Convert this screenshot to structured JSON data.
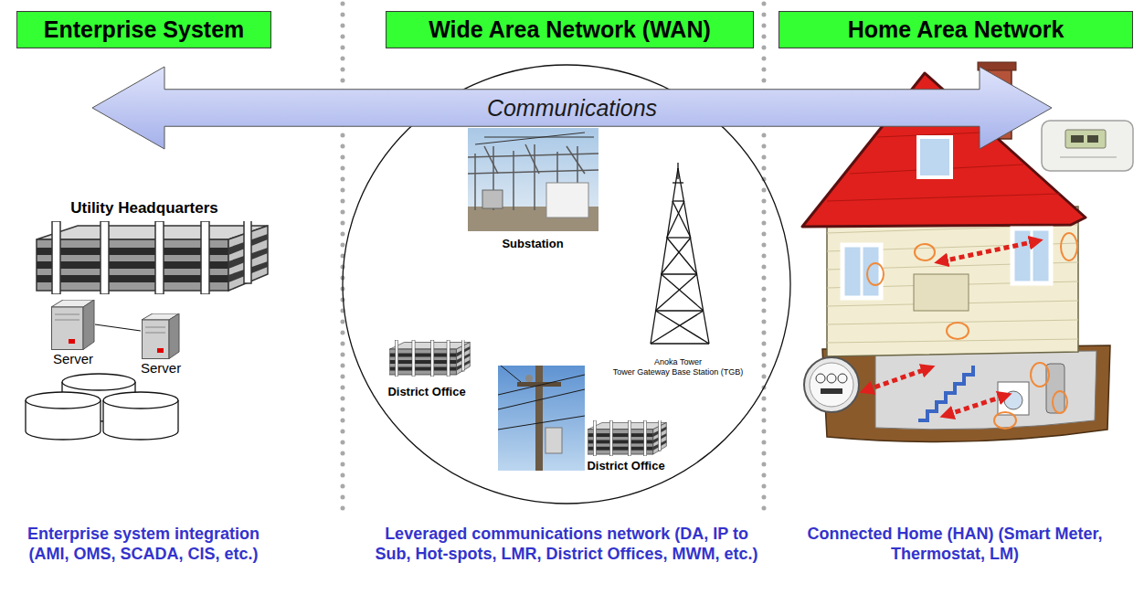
{
  "diagram": {
    "nodes": [
      {
        "text": [
          "Enterprise System"
        ]
      },
      {
        "text": [
          "Wide Area Network (WAN)"
        ]
      },
      {
        "text": [
          "Home Area Network"
        ]
      },
      {
        "text": [
          "Communications"
        ]
      },
      {
        "text": [
          "Server"
        ]
      },
      {
        "text": [
          "Server"
        ]
      }
    ],
    "edges": [
      {
        "from": 4,
        "to": 5,
        "arrow": "none"
      }
    ],
    "labels": [
      "Utility Headquarters",
      "Substation",
      "District Office",
      "Anoka Tower",
      "Tower Gateway Base Station (TGB)",
      "District Office",
      "Enterprise system integration (AMI, OMS, SCADA, CIS, etc.)",
      "Leveraged communications network (DA, IP to Sub, Hot-spots, LMR, District Offices, MWM, etc.)",
      "Connected Home (HAN) (Smart Meter, Thermostat, LM)"
    ]
  }
}
